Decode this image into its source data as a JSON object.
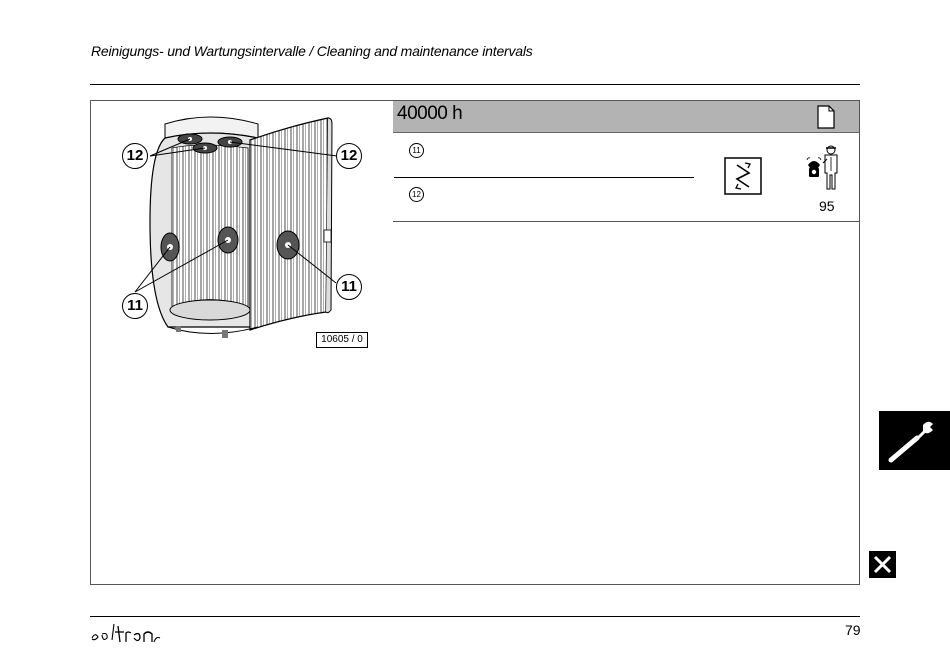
{
  "header": {
    "title": "Reinigungs- und Wartungsintervalle / Cleaning and maintenance intervals"
  },
  "interval": {
    "label": "40000 h"
  },
  "items": [
    {
      "marker": "11"
    },
    {
      "marker": "12"
    }
  ],
  "figure": {
    "image_code": "10605 / 0",
    "callouts": {
      "top_left": "12",
      "top_right": "12",
      "bottom_left": "11",
      "bottom_right": "11"
    }
  },
  "service": {
    "reference_number": "95"
  },
  "footer": {
    "page_number": "79"
  },
  "icons": {
    "document": "document-icon",
    "replace": "replace-part-icon",
    "technician": "service-technician-icon",
    "wrench": "wrench-icon",
    "close": "close-icon",
    "brand": "soltron-logo"
  },
  "colors": {
    "interval_bar": "#b3b3b3",
    "tab": "#000000"
  }
}
